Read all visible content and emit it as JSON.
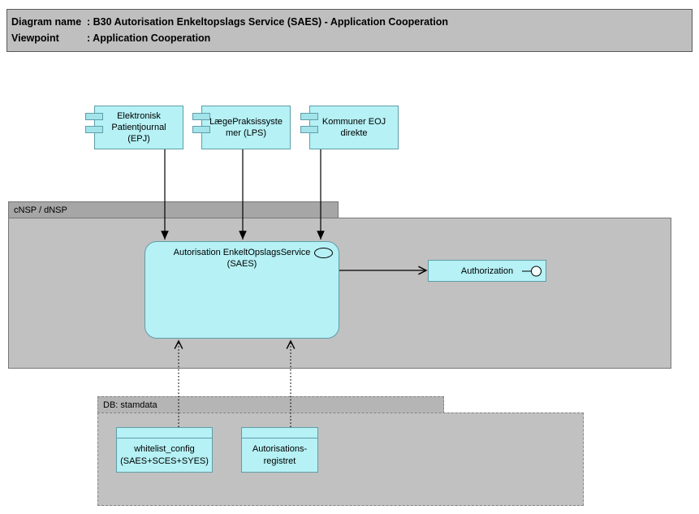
{
  "title_bar": {
    "rows": [
      {
        "label": "Diagram name",
        "value": ": B30 Autorisation Enkeltopslags Service (SAES) - Application Cooperation"
      },
      {
        "label": "Viewpoint",
        "value": ": Application Cooperation"
      }
    ]
  },
  "components": {
    "epj": {
      "label": "Elektronisk\nPatientjournal\n(EPJ)"
    },
    "lps": {
      "label": "LægePraksissyste\nmer (LPS)"
    },
    "eoj": {
      "label": "Kommuner EOJ\ndirekte"
    }
  },
  "groups": {
    "cnsp": {
      "label": "cNSP / dNSP"
    },
    "db": {
      "label": "DB: stamdata"
    }
  },
  "service": {
    "saes": {
      "label": "Autorisation EnkeltOpslagsService\n(SAES)"
    }
  },
  "interfaces": {
    "authorization": {
      "label": "Authorization"
    }
  },
  "data_objects": {
    "whitelist": {
      "label": "whitelist_config\n(SAES+SCES+SYES)"
    },
    "autorisationsregistret": {
      "label": "Autorisations-\nregistret"
    }
  },
  "icons": {
    "component_icon": "uml-component-two-tabs",
    "service_icon": "oval-outline",
    "interface_icon": "lollipop-circle",
    "arrow_filled": "solid-triangle-head",
    "arrow_open": "open-v-head"
  },
  "colors": {
    "element_fill": "#b5f1f5",
    "element_border": "#5f9ea8",
    "group_body_fill": "#c1c1c1",
    "group_tab_fill": "#a6a6a6",
    "db_tab_fill": "#b5b5b5",
    "title_bar_fill": "#bfbfbf",
    "connector": "#000000",
    "background": "#ffffff"
  }
}
